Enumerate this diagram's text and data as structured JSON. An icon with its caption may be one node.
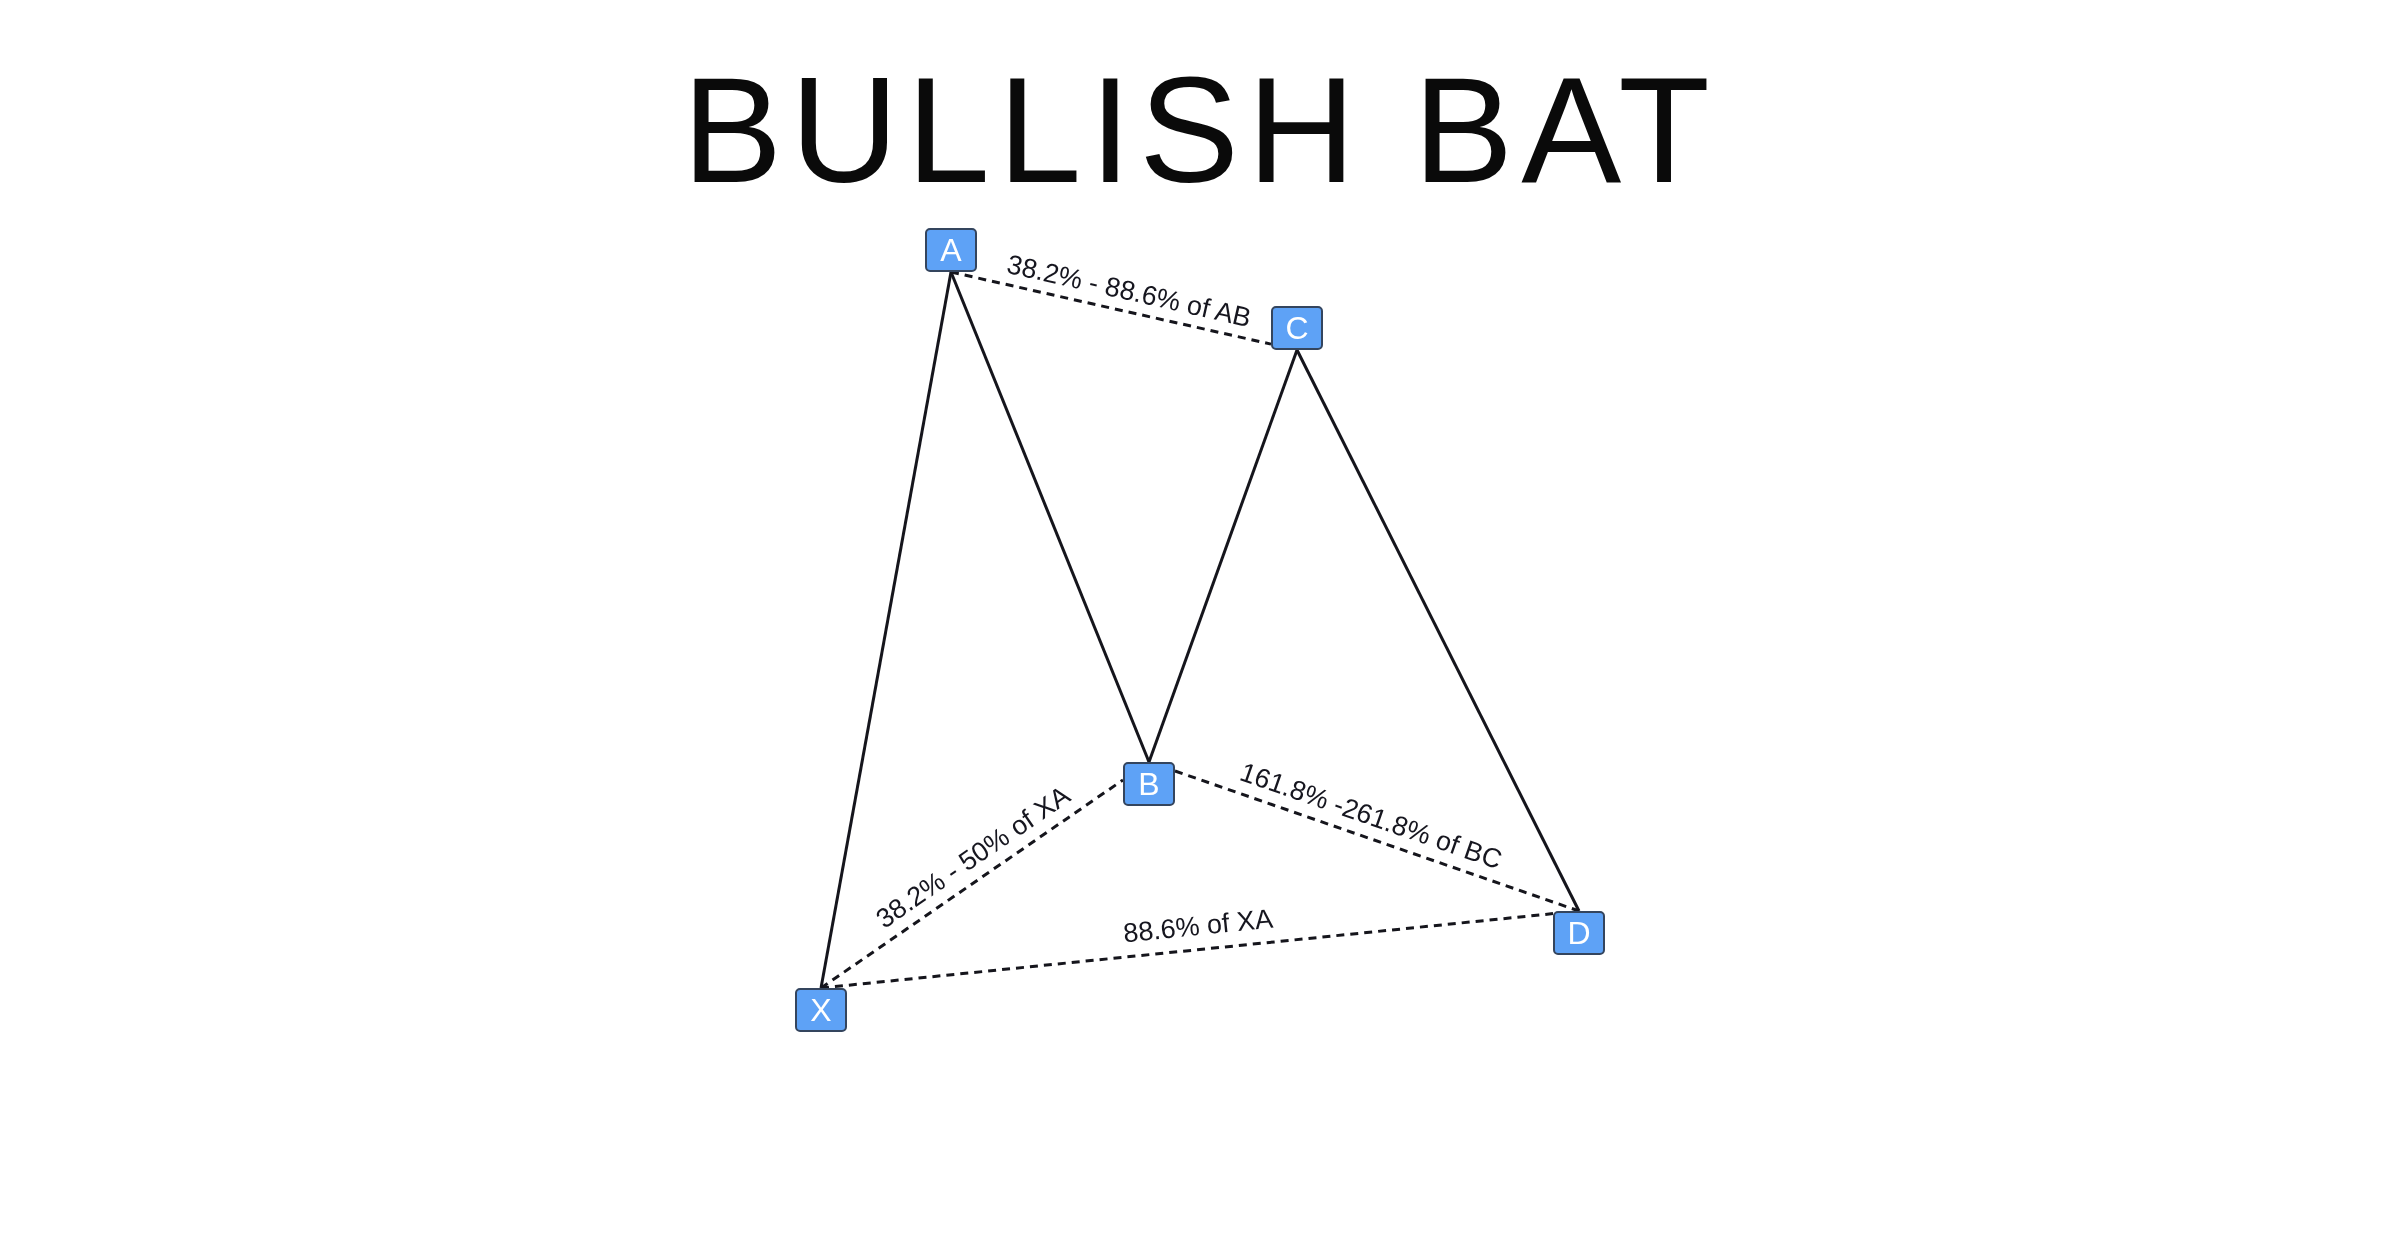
{
  "diagram": {
    "title": "BULLISH BAT",
    "nodes": [
      {
        "text": [
          "A"
        ]
      },
      {
        "text": [
          "C"
        ]
      },
      {
        "text": [
          "B"
        ]
      },
      {
        "text": [
          "D"
        ]
      },
      {
        "text": [
          "X"
        ]
      }
    ],
    "edges": [
      {
        "from": 4,
        "to": 0,
        "arrow": "none"
      },
      {
        "from": 0,
        "to": 2,
        "arrow": "none"
      },
      {
        "from": 2,
        "to": 1,
        "arrow": "none"
      },
      {
        "from": 1,
        "to": 3,
        "arrow": "none"
      },
      {
        "from": 4,
        "to": 2,
        "arrow": "none",
        "style": "dashed",
        "label": "38.2% - 50% of XA"
      },
      {
        "from": 0,
        "to": 1,
        "arrow": "none",
        "style": "dashed",
        "label": "38.2% - 88.6% of AB"
      },
      {
        "from": 2,
        "to": 3,
        "arrow": "none",
        "style": "dashed",
        "label": "161.8% -261.8% of BC"
      },
      {
        "from": 4,
        "to": 3,
        "arrow": "none",
        "style": "dashed",
        "label": "88.6% of XA"
      }
    ]
  }
}
